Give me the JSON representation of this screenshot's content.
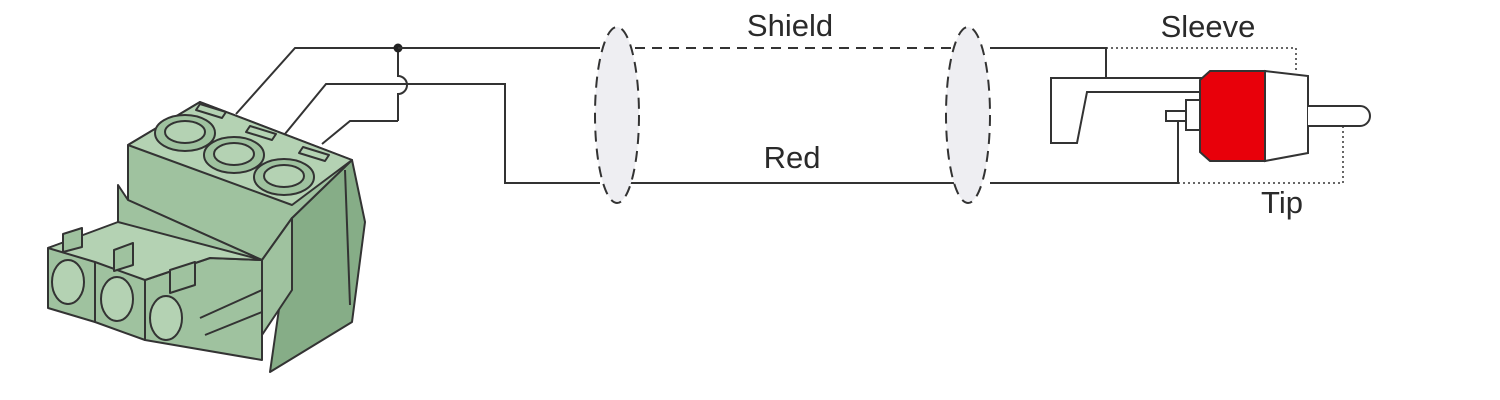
{
  "labels": {
    "shield": "Shield",
    "sleeve": "Sleeve",
    "red": "Red",
    "tip": "Tip"
  },
  "colors": {
    "connector_green": "#9fc29f",
    "connector_green_dark": "#86ad87",
    "connector_green_light": "#b4d2b3",
    "plug_red": "#e8000a",
    "wire": "#333333",
    "jacket_fill": "#eeeef2"
  }
}
